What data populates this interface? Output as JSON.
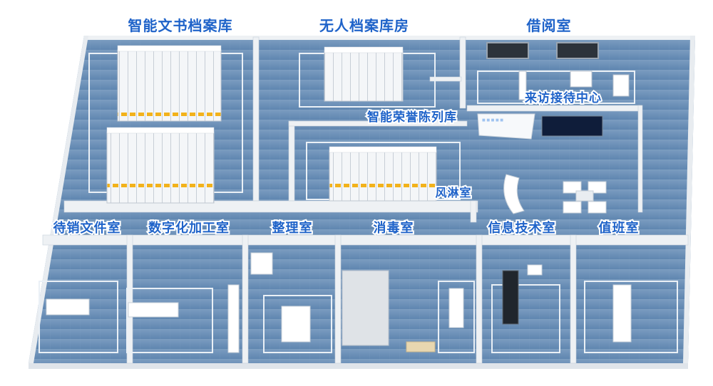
{
  "rooms": {
    "smart_archive": "智能文书档案库",
    "unmanned_archive": "无人档案库房",
    "reading_room": "借阅室",
    "reception_center": "来访接待中心",
    "honor_gallery": "智能荣誉陈列库",
    "air_shower": "风淋室",
    "pending_destroy": "待销文件室",
    "digitization": "数字化加工室",
    "sorting": "整理室",
    "disinfection": "消毒室",
    "it_room": "信息技术室",
    "duty_room": "值班室"
  },
  "colors": {
    "floor": "#6f93ba",
    "wall": "#eef1f4",
    "wall_shadow": "#c9d1da",
    "cabinet": "#f3f5f7",
    "cabinet_stripe": "#f2b21b",
    "label": "#1f63c9"
  }
}
